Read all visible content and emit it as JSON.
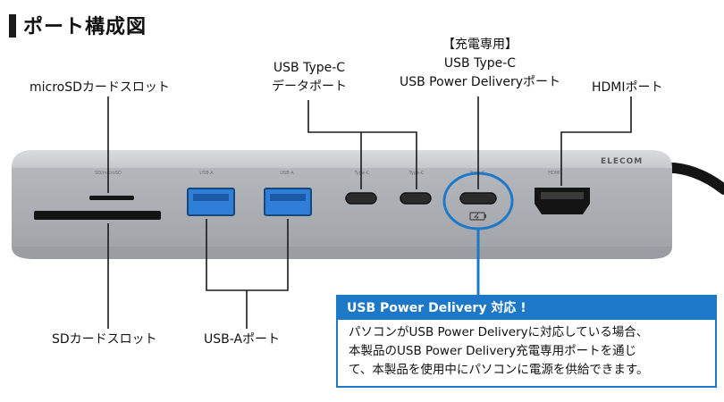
{
  "title": "ポート構成図",
  "labels": {
    "microsd": "microSDカードスロット",
    "typec_data": [
      "USB Type-C",
      "データポート"
    ],
    "typec_pd": [
      "【充電専用】",
      "USB Type-C",
      "USB Power Deliveryポート"
    ],
    "hdmi": "HDMIポート",
    "sd": "SDカードスロット",
    "usba": "USB-Aポート"
  },
  "hub_printed": {
    "brand": "ELECOM",
    "ports": [
      "SD/microSD",
      "USB A",
      "USB A",
      "Type-C",
      "Type-C",
      "Type-C",
      "HDMI"
    ]
  },
  "pd_box": {
    "header": "USB Power Delivery 対応 !",
    "lines": [
      "パソコンがUSB Power Deliveryに対応している場合、",
      "本製品のUSB Power Delivery充電専用ポートを通じ",
      "て、本製品を使用中にパソコンに電源を供給できます。"
    ]
  },
  "colors": {
    "accent": "#1e78c8",
    "hub_body": "#b9bcc1",
    "usb_a_blue": "#2f7fd8",
    "line": "#1a1a1a"
  }
}
